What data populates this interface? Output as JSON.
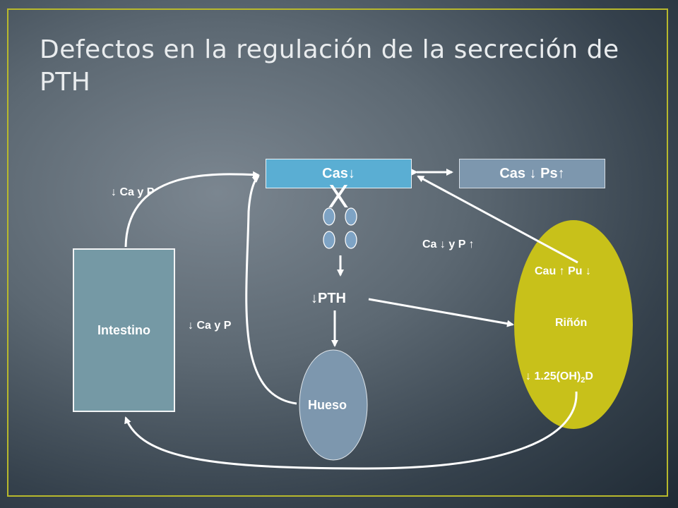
{
  "slide": {
    "title": "Defectos en la regulación de la secreción de PTH"
  },
  "diagram": {
    "cas_low": "Cas↓",
    "cas_ps": "Cas ↓  Ps↑",
    "intestino": "Intestino",
    "hueso": "Hueso",
    "pth": "↓PTH",
    "x_mark": "X",
    "label_ca_p_top": "↓ Ca y P",
    "label_ca_p_bone": "↓ Ca y P",
    "label_ca_p_kidney": "Ca ↓ y P ↑",
    "rinon_cau_pu": "Cau ↑  Pu ↓",
    "rinon_name": "Riñón",
    "rinon_vitd": "↓ 1.25(OH)",
    "rinon_vitd_sub": "2",
    "rinon_vitd_end": "D"
  },
  "colors": {
    "frame": "#b8b92c",
    "cas_box": "#5aaed3",
    "cas_ps_box": "#7d97ae",
    "intestino_box": "#7599a5",
    "hueso": "#7d97ae",
    "rinon": "#c8c11a",
    "parathyroid": "#7ea3c4"
  }
}
